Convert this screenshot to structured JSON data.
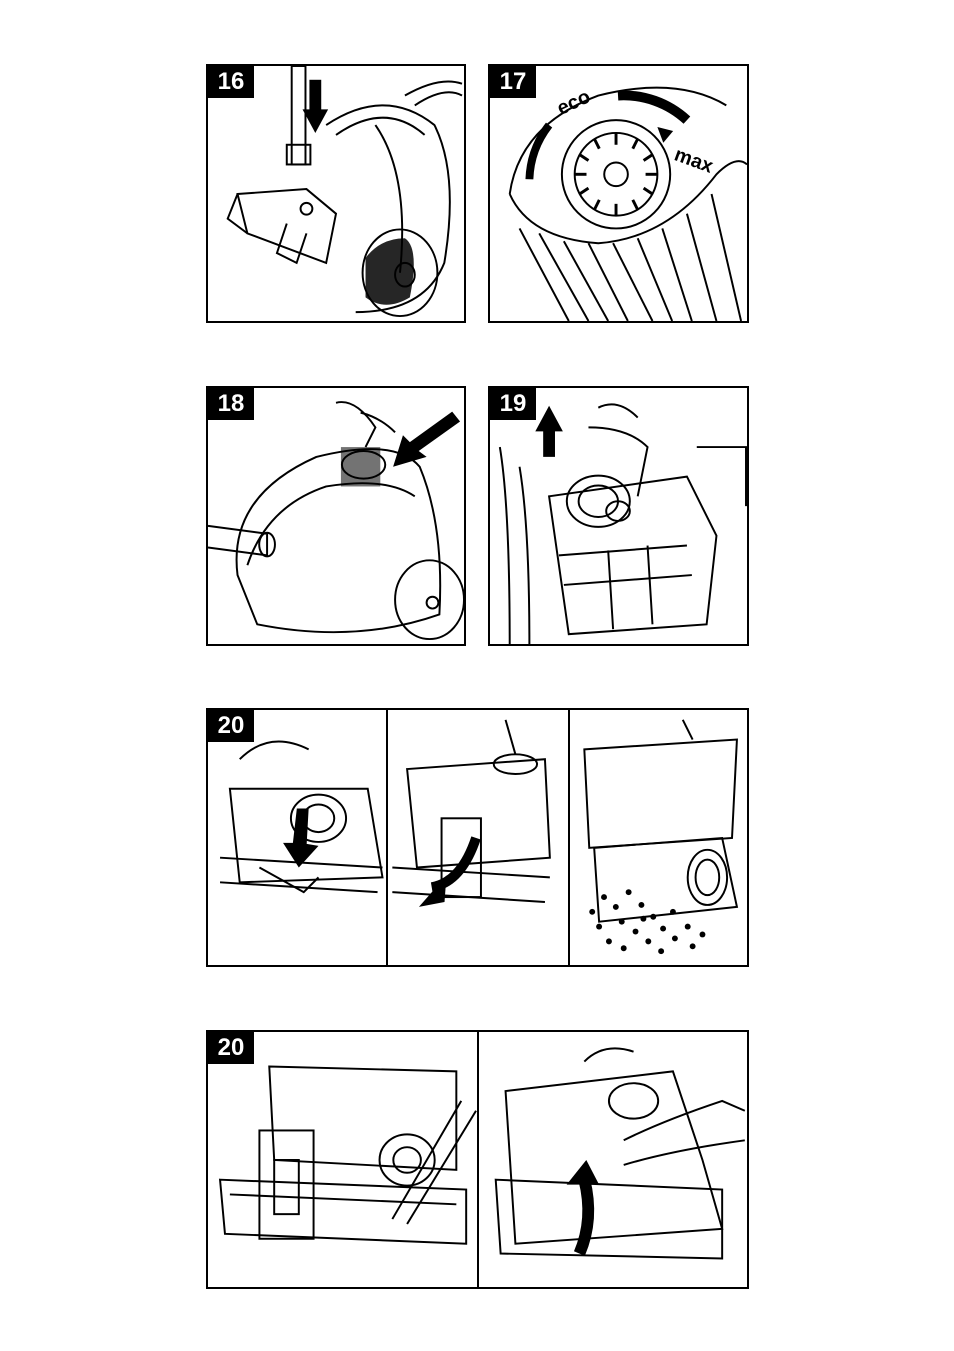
{
  "steps": {
    "s16": "16",
    "s17": "17",
    "s18": "18",
    "s19": "19",
    "s20a": "20",
    "s20b": "20"
  },
  "dial": {
    "eco_label": "eco",
    "max_label": "max"
  },
  "colors": {
    "ink": "#000000",
    "paper": "#ffffff"
  },
  "icons": [
    "arrow-down-icon",
    "arrow-up-icon",
    "curved-arrow-icon"
  ]
}
